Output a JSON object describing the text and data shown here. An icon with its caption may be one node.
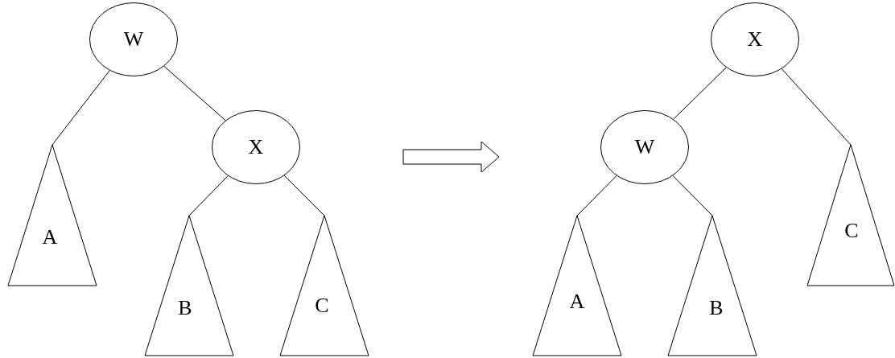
{
  "diagram": {
    "nodes": [
      {
        "text": [
          "W"
        ]
      },
      {
        "text": [
          "X"
        ]
      },
      {
        "text": [
          "A"
        ]
      },
      {
        "text": [
          "B"
        ]
      },
      {
        "text": [
          "C"
        ]
      },
      {
        "text": [
          "X"
        ]
      },
      {
        "text": [
          "W"
        ]
      },
      {
        "text": [
          "A"
        ]
      },
      {
        "text": [
          "B"
        ]
      },
      {
        "text": [
          "C"
        ]
      }
    ],
    "edges": [
      {
        "from": 0,
        "to": 1,
        "arrow": "none"
      },
      {
        "from": 0,
        "to": 2,
        "arrow": "none"
      },
      {
        "from": 1,
        "to": 3,
        "arrow": "none"
      },
      {
        "from": 1,
        "to": 4,
        "arrow": "none"
      },
      {
        "from": 5,
        "to": 6,
        "arrow": "none"
      },
      {
        "from": 5,
        "to": 9,
        "arrow": "none"
      },
      {
        "from": 6,
        "to": 7,
        "arrow": "none"
      },
      {
        "from": 6,
        "to": 8,
        "arrow": "none"
      }
    ]
  }
}
